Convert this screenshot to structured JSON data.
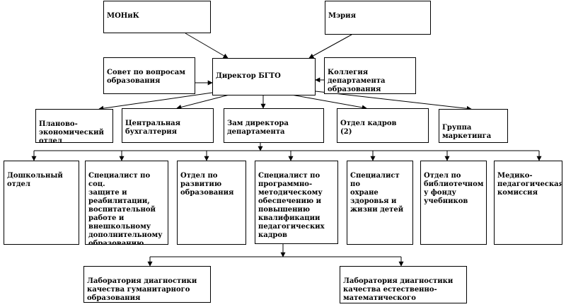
{
  "top": {
    "monik": "МОНиК",
    "meria": "Мэрия"
  },
  "middle": {
    "sovet": "Совет по вопросам\nобразования",
    "director": "Директор БГТО",
    "kollegia": "Коллегия\nдепартамента\nобразования"
  },
  "level2": {
    "planovo": "Планово-\nэкономический\nотдел",
    "buh": "Центральная\nбухгалтерия",
    "zam": "Зам директора\nдепартамента",
    "kadry": "Отдел кадров\n(2)",
    "marketing": "Группа\nмаркетинга"
  },
  "level3": {
    "doshkol": "Дошкольный\nотдел",
    "soc": "Специалист по соц.\nзащите и\nреабилитации,\nвоспитательной\nработе и\nвнешкольному\nдополнительному\nобразованию",
    "razvitie": "Отдел по\nразвитию\nобразования",
    "metod": "Специалист по\nпрограммно-\nметодическому\nобеспечению и\nповышению\nквалификации\nпедагогических\nкадров",
    "zdorovie": "Специалист по\nохране\nздоровья и\nжизни детей",
    "biblio": "Отдел по\nбиблиотечном\nу фонду\nучебников",
    "mpk": "Медико-\nпедагогическая\nкомиссия"
  },
  "labs": {
    "gum": "Лаборатория диагностики\nкачества гуманитарного\nобразования",
    "est": "Лаборатория диагностики\nкачества естественно-\nматематического образования"
  }
}
